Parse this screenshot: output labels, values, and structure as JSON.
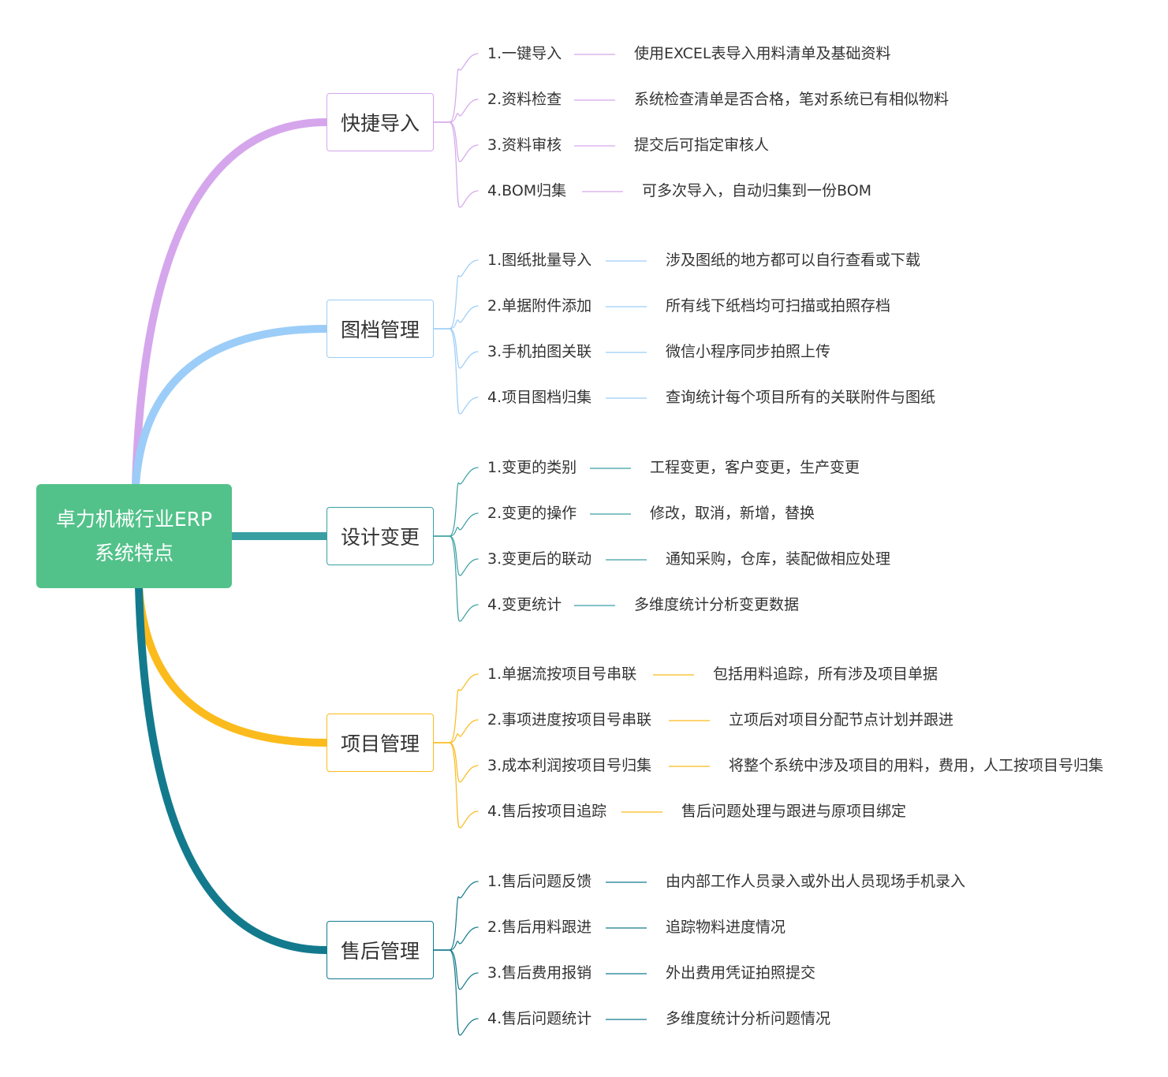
{
  "root": {
    "line1": "卓力机械行业ERP",
    "line2": "系统特点",
    "color": "#52c28a"
  },
  "branches": [
    {
      "title": "快捷导入",
      "color": "#d5a6ec",
      "items": [
        {
          "label": "1.一键导入",
          "detail": "使用EXCEL表导入用料清单及基础资料"
        },
        {
          "label": "2.资料检查",
          "detail": "系统检查清单是否合格，笔对系统已有相似物料"
        },
        {
          "label": "3.资料审核",
          "detail": "提交后可指定审核人"
        },
        {
          "label": "4.BOM归集",
          "detail": "可多次导入，自动归集到一份BOM"
        }
      ]
    },
    {
      "title": "图档管理",
      "color": "#9bcdf8",
      "items": [
        {
          "label": "1.图纸批量导入",
          "detail": "涉及图纸的地方都可以自行查看或下载"
        },
        {
          "label": "2.单据附件添加",
          "detail": "所有线下纸档均可扫描或拍照存档"
        },
        {
          "label": "3.手机拍图关联",
          "detail": "微信小程序同步拍照上传"
        },
        {
          "label": "4.项目图档归集",
          "detail": "查询统计每个项目所有的关联附件与图纸"
        }
      ]
    },
    {
      "title": "设计变更",
      "color": "#3a9fa3",
      "items": [
        {
          "label": "1.变更的类别",
          "detail": "工程变更，客户变更，生产变更"
        },
        {
          "label": "2.变更的操作",
          "detail": "修改，取消，新增，替换"
        },
        {
          "label": "3.变更后的联动",
          "detail": "通知采购，仓库，装配做相应处理"
        },
        {
          "label": "4.变更统计",
          "detail": "多维度统计分析变更数据"
        }
      ]
    },
    {
      "title": "项目管理",
      "color": "#fbbb1c",
      "items": [
        {
          "label": "1.单据流按项目号串联",
          "detail": "包括用料追踪，所有涉及项目单据"
        },
        {
          "label": "2.事项进度按项目号串联",
          "detail": "立项后对项目分配节点计划并跟进"
        },
        {
          "label": "3.成本利润按项目号归集",
          "detail": "将整个系统中涉及项目的用料，费用，人工按项目号归集"
        },
        {
          "label": "4.售后按项目追踪",
          "detail": "售后问题处理与跟进与原项目绑定"
        }
      ]
    },
    {
      "title": "售后管理",
      "color": "#137a8d",
      "items": [
        {
          "label": "1.售后问题反馈",
          "detail": "由内部工作人员录入或外出人员现场手机录入"
        },
        {
          "label": "2.售后用料跟进",
          "detail": "追踪物料进度情况"
        },
        {
          "label": "3.售后费用报销",
          "detail": "外出费用凭证拍照提交"
        },
        {
          "label": "4.售后问题统计",
          "detail": "多维度统计分析问题情况"
        }
      ]
    }
  ]
}
